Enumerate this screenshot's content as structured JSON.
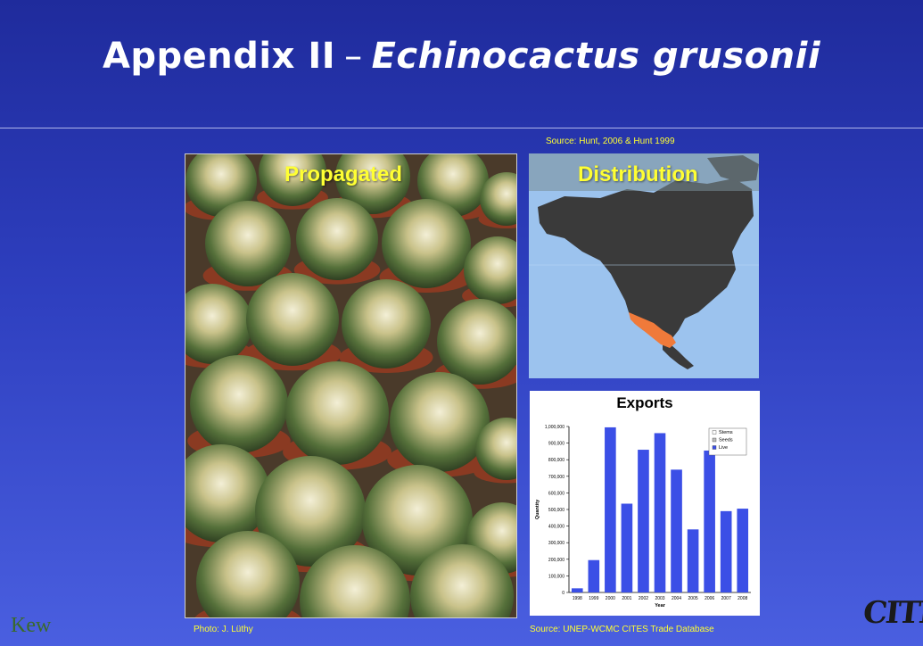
{
  "slide": {
    "title_prefix": "Appendix II",
    "title_separator": "–",
    "title_species": "Echinocactus grusonii",
    "source_top": "Source: Hunt, 2006 & Hunt 1999",
    "photo_label": "Propagated",
    "map_label": "Distribution",
    "photo_credit": "Photo: J. Lüthy",
    "source_bottom": "Source: UNEP-WCMC CITES Trade Database",
    "logo_left": "Kew",
    "logo_right": "CITES"
  },
  "colors": {
    "bar": "#3b4fe6",
    "label_yellow": "#ffff33",
    "map_highlight": "#f07a3a",
    "land": "#3a3a3a"
  },
  "chart_data": {
    "type": "bar",
    "title": "Exports",
    "xlabel": "Year",
    "ylabel": "Quantity",
    "ylim": [
      0,
      1000000
    ],
    "yticks": [
      "0",
      "100,000",
      "200,000",
      "300,000",
      "400,000",
      "500,000",
      "600,000",
      "700,000",
      "800,000",
      "900,000",
      "1,000,000"
    ],
    "categories": [
      "1998",
      "1999",
      "2000",
      "2001",
      "2002",
      "2003",
      "2004",
      "2005",
      "2006",
      "2007",
      "2008"
    ],
    "series": [
      {
        "name": "Stems",
        "values": [
          0,
          0,
          0,
          0,
          0,
          0,
          0,
          0,
          0,
          0,
          0
        ]
      },
      {
        "name": "Seeds",
        "values": [
          0,
          0,
          0,
          0,
          0,
          0,
          0,
          0,
          0,
          0,
          0
        ]
      },
      {
        "name": "Live",
        "values": [
          25000,
          195000,
          995000,
          535000,
          860000,
          960000,
          740000,
          380000,
          855000,
          490000,
          505000
        ]
      }
    ],
    "legend_position": "top-right",
    "grid": false
  }
}
